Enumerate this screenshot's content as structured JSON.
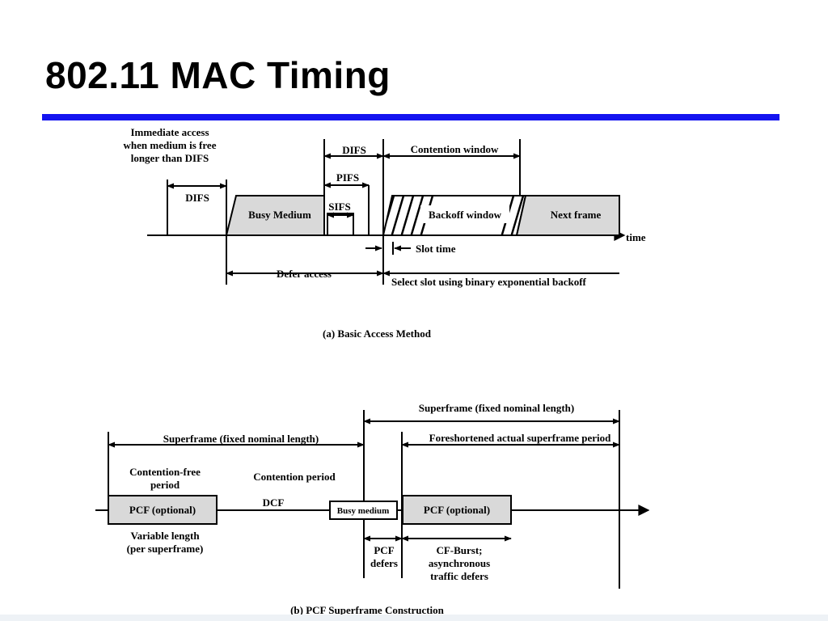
{
  "title": "802.11 MAC Timing",
  "colors": {
    "title_rule": "#1414f0",
    "box_fill": "#d9d9d9"
  },
  "diagram_a": {
    "caption": "(a) Basic Access Method",
    "immediate_note": [
      "Immediate access",
      "when medium is free",
      "longer than DIFS"
    ],
    "difs_left": "DIFS",
    "difs_top": "DIFS",
    "pifs": "PIFS",
    "sifs": "SIFS",
    "contention_window": "Contention window",
    "busy_medium": "Busy Medium",
    "backoff_window": "Backoff window",
    "next_frame": "Next frame",
    "time": "time",
    "slot_time": "Slot time",
    "defer_access": "Defer access",
    "select_slot": "Select slot using binary exponential backoff"
  },
  "diagram_b": {
    "caption": "(b) PCF Superframe Construction",
    "superframe_top": "Superframe (fixed nominal length)",
    "superframe_left": "Superframe (fixed nominal length)",
    "foreshortened": "Foreshortened actual superframe period",
    "contention_free": [
      "Contention-free",
      "period"
    ],
    "contention_period": "Contention period",
    "dcf": "DCF",
    "pcf_optional_1": "PCF (optional)",
    "busy_medium": "Busy medium",
    "pcf_optional_2": "PCF (optional)",
    "variable_length": [
      "Variable length",
      "(per superframe)"
    ],
    "pcf_defers": [
      "PCF",
      "defers"
    ],
    "cf_burst": [
      "CF-Burst;",
      "asynchronous",
      "traffic defers"
    ]
  }
}
